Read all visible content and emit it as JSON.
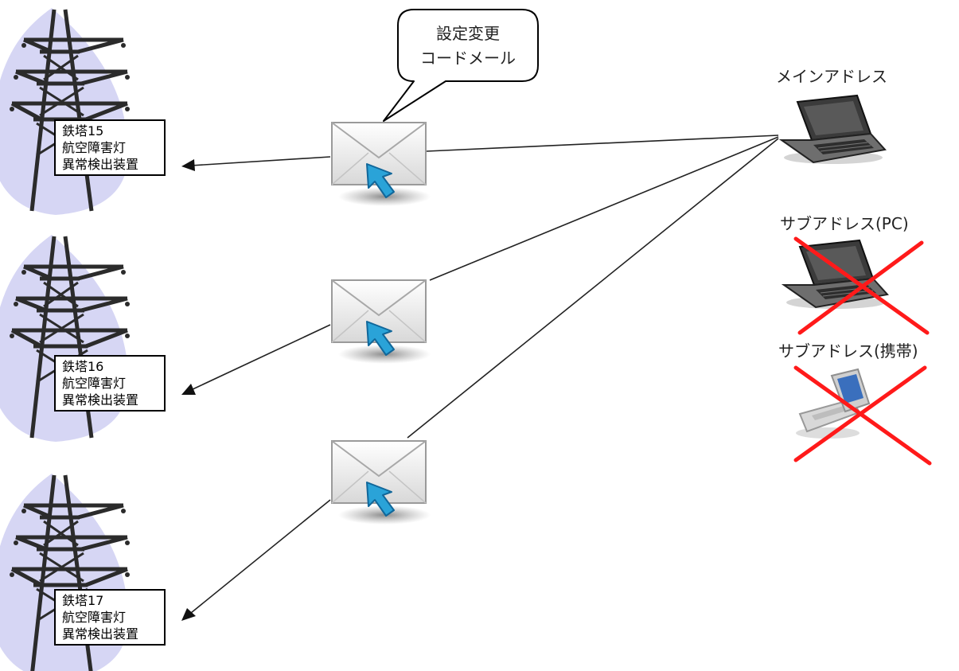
{
  "towers": [
    {
      "name": "鉄塔15",
      "line2": "航空障害灯",
      "line3": "異常検出装置"
    },
    {
      "name": "鉄塔16",
      "line2": "航空障害灯",
      "line3": "異常検出装置"
    },
    {
      "name": "鉄塔17",
      "line2": "航空障害灯",
      "line3": "異常検出装置"
    }
  ],
  "bubble": {
    "line1": "設定変更",
    "line2": "コードメール"
  },
  "devices": {
    "main": {
      "label": "メインアドレス",
      "icon": "laptop-icon",
      "disabled": false
    },
    "sub_pc": {
      "label": "サブアドレス(PC)",
      "icon": "laptop-icon",
      "disabled": true
    },
    "sub_mobile": {
      "label": "サブアドレス(携帯)",
      "icon": "mobile-phone-icon",
      "disabled": true
    }
  },
  "colors": {
    "cross": "#ff1a1a",
    "tower": "#2b2b2b",
    "tower_glow": "#c8c8f0",
    "mail_arrow": "#2aa3d8"
  }
}
